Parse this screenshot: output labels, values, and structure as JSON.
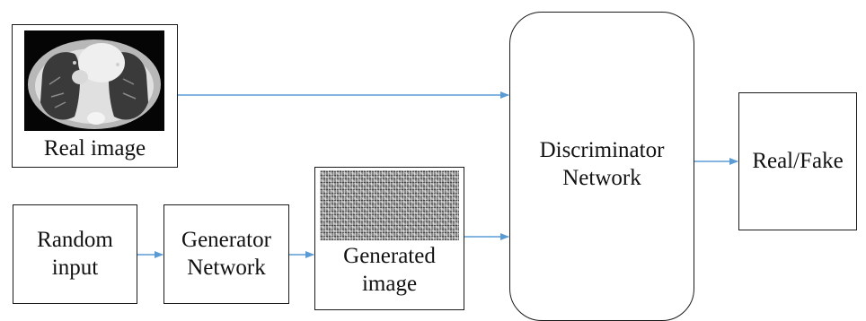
{
  "nodes": {
    "real_image": {
      "label": "Real image"
    },
    "random_input": {
      "label": "Random\ninput"
    },
    "generator": {
      "label": "Generator\nNetwork"
    },
    "generated_image": {
      "label": "Generated\nimage"
    },
    "discriminator": {
      "label": "Discriminator\nNetwork"
    },
    "output": {
      "label": "Real/Fake"
    }
  },
  "edges": [
    {
      "from": "real_image",
      "to": "discriminator"
    },
    {
      "from": "random_input",
      "to": "generator"
    },
    {
      "from": "generator",
      "to": "generated_image"
    },
    {
      "from": "generated_image",
      "to": "discriminator"
    },
    {
      "from": "discriminator",
      "to": "output"
    }
  ],
  "colors": {
    "arrow": "#5b9bd5",
    "border": "#1a1a1a",
    "ct_background": "#050505",
    "noise": "#9a9a9a"
  }
}
